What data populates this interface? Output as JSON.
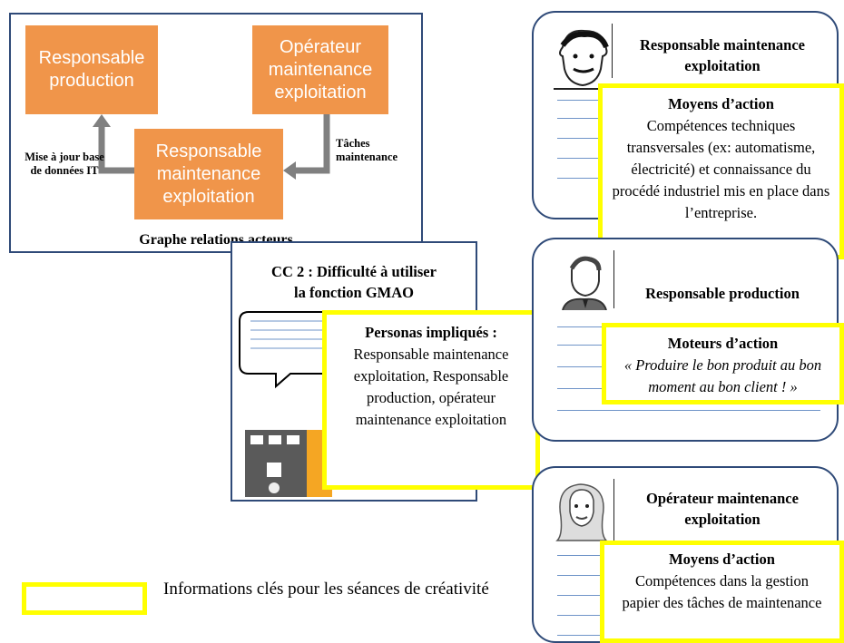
{
  "graphe": {
    "box_producteur": "Responsable production",
    "box_operateur": "Opérateur maintenance exploitation",
    "box_resp_maint": "Responsable maintenance exploitation",
    "label_left": "Mise à jour base de données IT",
    "label_right": "Tâches maintenance",
    "caption": "Graphe relations acteurs"
  },
  "cc2": {
    "title_line1": "CC 2 : Difficulté à utiliser",
    "title_line2": "la fonction GMAO",
    "personas_heading": "Personas impliqués :",
    "personas_text": "Responsable maintenance exploitation, Responsable production, opérateur maintenance exploitation"
  },
  "persona1": {
    "title": "Responsable maintenance exploitation",
    "box_heading": "Moyens d’action",
    "box_text": "Compétences techniques transversales (ex: automatisme, électricité) et connaissance du procédé industriel mis en place dans l’entreprise."
  },
  "persona2": {
    "title": "Responsable production",
    "box_heading": "Moteurs d’action",
    "box_text": "« Produire le bon produit au bon moment au bon client ! »"
  },
  "persona3": {
    "title": "Opérateur maintenance exploitation",
    "box_heading": "Moyens d’action",
    "box_text": "Compétences dans la gestion papier des tâches de maintenance"
  },
  "legend": {
    "text": "Informations clés pour les séances de créativité"
  },
  "colors": {
    "orange": "#f0954a",
    "yellow": "#ffff00",
    "border": "#2f4a78",
    "line": "#6f94c8",
    "arrow": "#808080"
  }
}
